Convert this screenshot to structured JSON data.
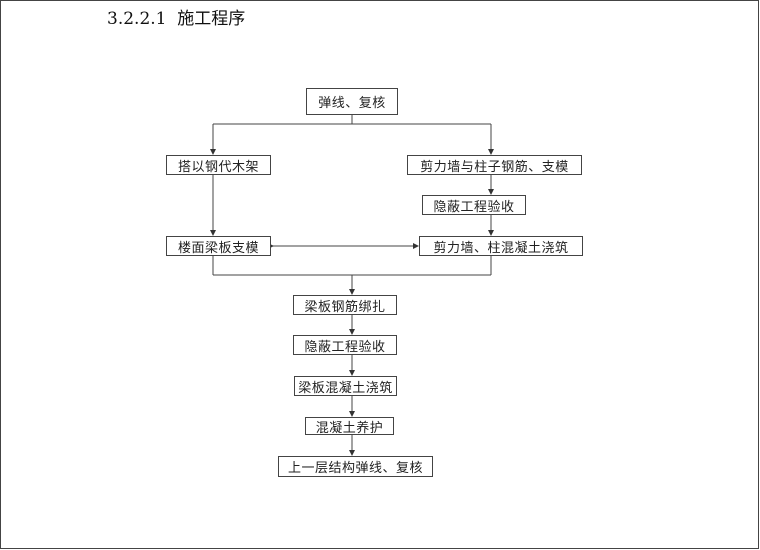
{
  "heading": {
    "number": "3.2.2.1",
    "title": "施工程序"
  },
  "flow": {
    "start": "弹线、复核",
    "left1": "搭以钢代木架",
    "right1": "剪力墙与柱子钢筋、支模",
    "right2": "隐蔽工程验收",
    "left2": "楼面梁板支模",
    "right3": "剪力墙、柱混凝土浇筑",
    "step1": "梁板钢筋绑扎",
    "step2": "隐蔽工程验收",
    "step3": "梁板混凝土浇筑",
    "step4": "混凝土养护",
    "step5": "上一层结构弹线、复核"
  }
}
